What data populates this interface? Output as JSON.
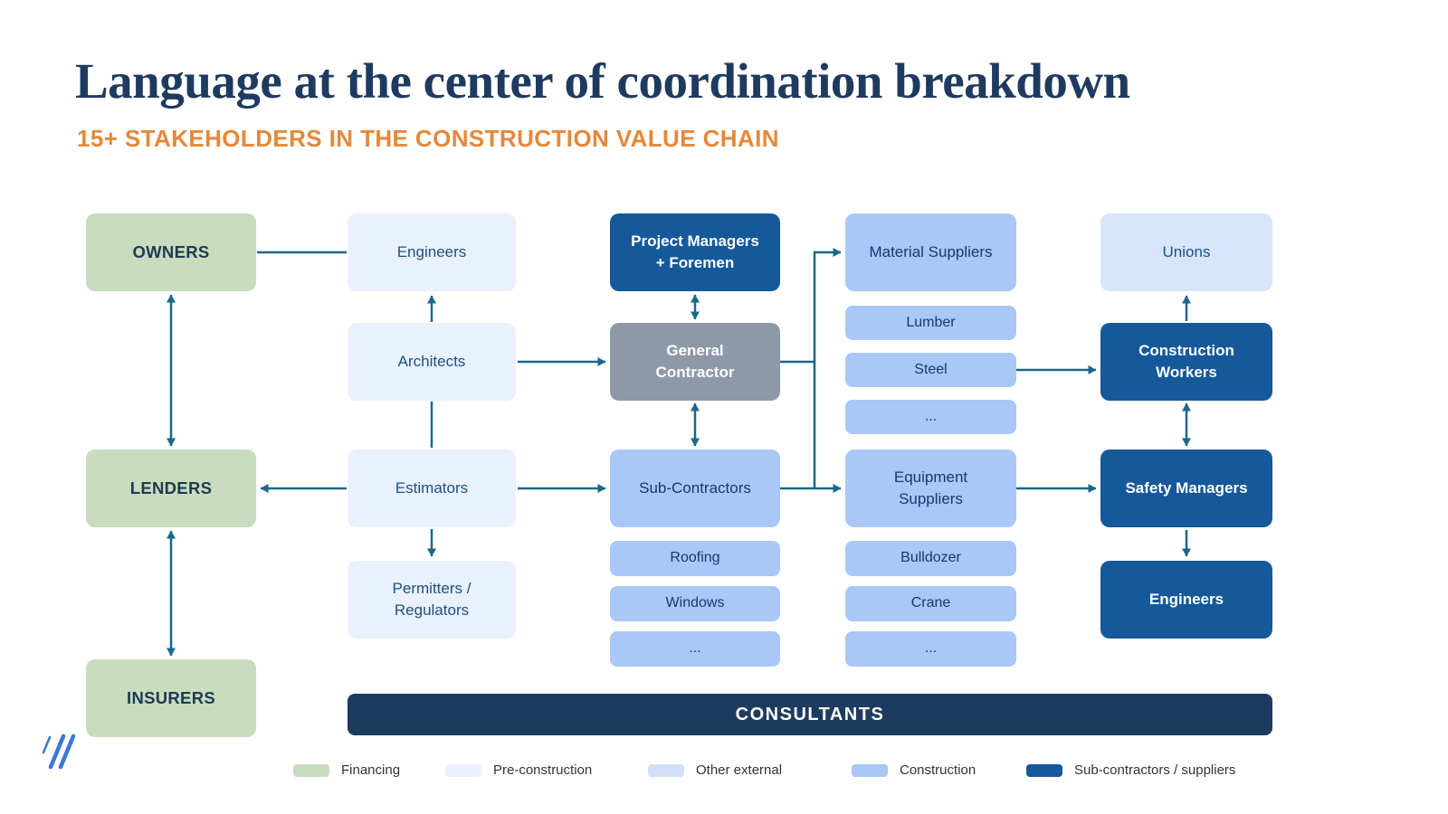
{
  "header": {
    "title": "Language at the center of coordination breakdown",
    "subtitle": "15+ STAKEHOLDERS IN THE CONSTRUCTION VALUE CHAIN"
  },
  "palette": {
    "financing": "#c9dcbd",
    "pre_construction": "#e9f1fc",
    "other_external": "#cfe0f8",
    "construction": "#a9c7f7",
    "sub_contractors_suppliers": "#15599a",
    "general_contractor_box": "#8d99a9",
    "consultants_bar": "#1d3a5f",
    "arrow": "#19688a",
    "title_text": "#1e3a5f",
    "subtitle_text": "#e5883a"
  },
  "nodes": {
    "owners": "OWNERS",
    "lenders": "LENDERS",
    "insurers": "INSURERS",
    "engineers_pre": "Engineers",
    "architects": "Architects",
    "estimators": "Estimators",
    "permitters": "Permitters /\nRegulators",
    "pm_foremen": "Project Managers\n+ Foremen",
    "general_contractor": "General\nContractor",
    "sub_contractors": "Sub-Contractors",
    "roofing": "Roofing",
    "windows": "Windows",
    "sub_more": "...",
    "material_suppliers": "Material Suppliers",
    "lumber": "Lumber",
    "steel": "Steel",
    "material_more": "...",
    "equipment_suppliers": "Equipment\nSuppliers",
    "bulldozer": "Bulldozer",
    "crane": "Crane",
    "equipment_more": "...",
    "unions": "Unions",
    "construction_workers": "Construction\nWorkers",
    "safety_managers": "Safety Managers",
    "engineers_site": "Engineers",
    "consultants": "CONSULTANTS"
  },
  "legend": {
    "financing": "Financing",
    "pre_construction": "Pre-construction",
    "other_external": "Other external",
    "construction": "Construction",
    "sub_contractors": "Sub-contractors / suppliers"
  }
}
